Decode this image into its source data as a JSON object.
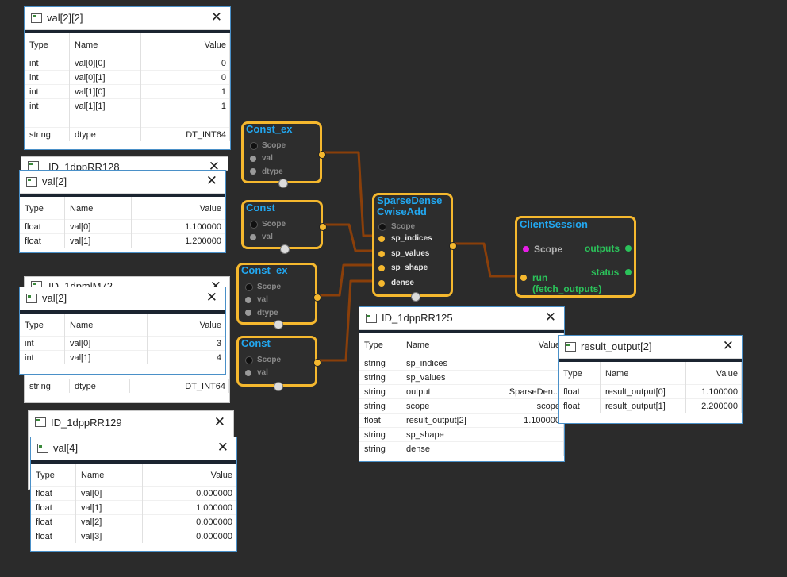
{
  "nodes": {
    "const_ex_1": {
      "title": "Const_ex",
      "ports": [
        "Scope",
        "val",
        "dtype"
      ]
    },
    "const_1": {
      "title": "Const",
      "ports": [
        "Scope",
        "val"
      ]
    },
    "const_ex_2": {
      "title": "Const_ex",
      "ports": [
        "Scope",
        "val",
        "dtype"
      ]
    },
    "const_2": {
      "title": "Const",
      "ports": [
        "Scope",
        "val"
      ]
    },
    "sparse": {
      "title": "SparseDense\nCwiseAdd",
      "ports": [
        "Scope",
        "sp_indices",
        "sp_values",
        "sp_shape",
        "dense"
      ]
    },
    "client": {
      "title": "ClientSession",
      "scope": "Scope",
      "outputs": "outputs",
      "status": "status",
      "run": "run",
      "fetch": "(fetch_outputs)"
    }
  },
  "windows": {
    "w_val22": {
      "title": "val[2][2]",
      "headers": [
        "Type",
        "Name",
        "Value"
      ],
      "rows": [
        [
          "int",
          "val[0][0]",
          "0"
        ],
        [
          "int",
          "val[0][1]",
          "0"
        ],
        [
          "int",
          "val[1][0]",
          "1"
        ],
        [
          "int",
          "val[1][1]",
          "1"
        ]
      ],
      "below_row": [
        "string",
        "dtype",
        "DT_INT64"
      ]
    },
    "w_id128": {
      "title": "ID_1dppRR128"
    },
    "w_val2a": {
      "title": "val[2]",
      "headers": [
        "Type",
        "Name",
        "Value"
      ],
      "rows": [
        [
          "float",
          "val[0]",
          "1.100000"
        ],
        [
          "float",
          "val[1]",
          "1.200000"
        ]
      ]
    },
    "w_idmlm72": {
      "title": "ID_1dpmlM72"
    },
    "w_val2b": {
      "title": "val[2]",
      "headers": [
        "Type",
        "Name",
        "Value"
      ],
      "rows": [
        [
          "int",
          "val[0]",
          "3"
        ],
        [
          "int",
          "val[1]",
          "4"
        ]
      ],
      "below_row": [
        "string",
        "dtype",
        "DT_INT64"
      ]
    },
    "w_id129": {
      "title": "ID_1dppRR129"
    },
    "w_val4": {
      "title": "val[4]",
      "headers": [
        "Type",
        "Name",
        "Value"
      ],
      "rows": [
        [
          "float",
          "val[0]",
          "0.000000"
        ],
        [
          "float",
          "val[1]",
          "1.000000"
        ],
        [
          "float",
          "val[2]",
          "0.000000"
        ],
        [
          "float",
          "val[3]",
          "0.000000"
        ]
      ]
    },
    "w_id125": {
      "title": "ID_1dppRR125",
      "headers": [
        "Type",
        "Name",
        "Value"
      ],
      "rows": [
        [
          "string",
          "sp_indices",
          ""
        ],
        [
          "string",
          "sp_values",
          ""
        ],
        [
          "string",
          "output",
          "SparseDen..."
        ],
        [
          "string",
          "scope",
          "scope"
        ],
        [
          "float",
          "result_output[2]",
          "1.100000"
        ],
        [
          "string",
          "sp_shape",
          ""
        ],
        [
          "string",
          "dense",
          ""
        ]
      ]
    },
    "w_result": {
      "title": "result_output[2]",
      "headers": [
        "Type",
        "Name",
        "Value"
      ],
      "rows": [
        [
          "float",
          "result_output[0]",
          "1.100000"
        ],
        [
          "float",
          "result_output[1]",
          "2.200000"
        ]
      ]
    }
  },
  "colors": {
    "node_border": "#f5b82e",
    "node_title": "#22a7f0",
    "edge": "#8a3f0a",
    "port_green": "#2bc25a",
    "port_magenta": "#e81ee8"
  },
  "icons": {
    "window": "window-icon",
    "close": "close-icon"
  }
}
